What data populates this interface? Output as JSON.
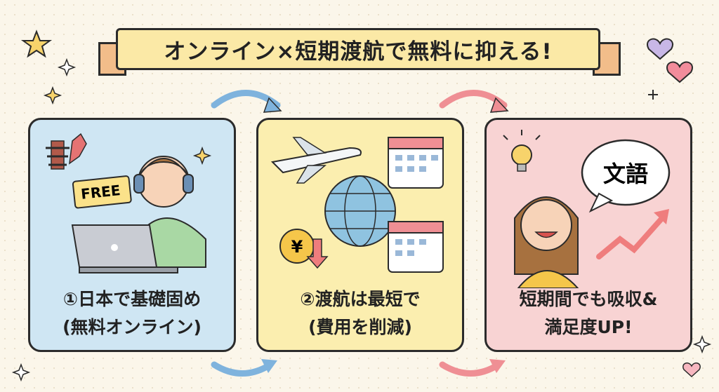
{
  "title": "オンライン×短期渡航で無料に抑える!",
  "panels": [
    {
      "line1": "①日本で基礎固め",
      "line2": "(無料オンライン)",
      "sign": "FREE",
      "color": "#cfe6f3"
    },
    {
      "line1": "②渡航は最短で",
      "line2": "(費用を削減)",
      "coin": "¥",
      "color": "#fbeeaf"
    },
    {
      "line1": "短期間でも吸収&",
      "line2": "満足度UP!",
      "bubble": "文語",
      "color": "#f8d3d3"
    }
  ]
}
